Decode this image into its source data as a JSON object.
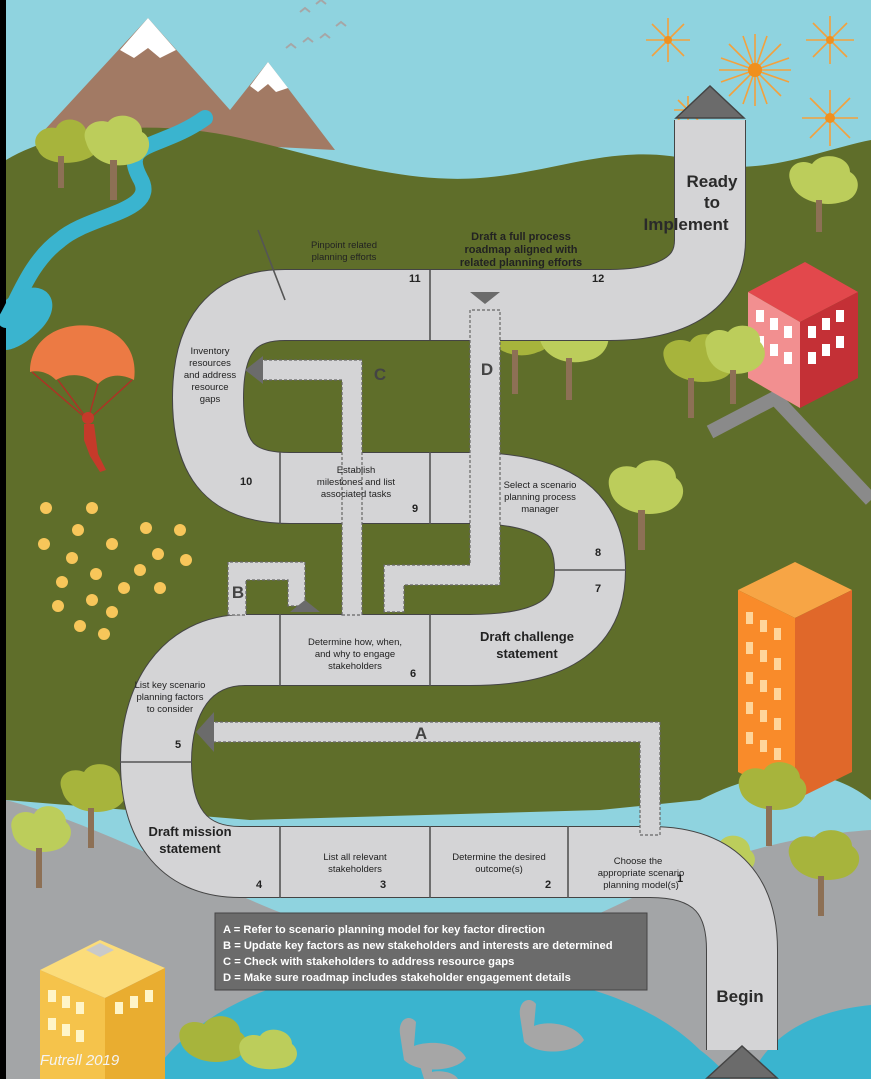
{
  "steps": [
    {
      "num": "1",
      "label": "Choose the appropriate scenario planning model(s)"
    },
    {
      "num": "2",
      "label": "Determine the desired outcome(s)"
    },
    {
      "num": "3",
      "label": "List all relevant stakeholders"
    },
    {
      "num": "4",
      "label": "Draft mission statement"
    },
    {
      "num": "5",
      "label": "List key scenario planning factors to consider"
    },
    {
      "num": "6",
      "label": "Determine how, when, and why to engage stakeholders"
    },
    {
      "num": "7",
      "label": "Draft challenge statement"
    },
    {
      "num": "8",
      "label": "Select a scenario planning process manager"
    },
    {
      "num": "9",
      "label": "Establish milestones and list associated tasks"
    },
    {
      "num": "10",
      "label": "Inventory resources and address resource gaps"
    },
    {
      "num": "11",
      "label": "Pinpoint related planning efforts"
    },
    {
      "num": "12",
      "label": "Draft a full process roadmap aligned with related planning efforts"
    }
  ],
  "start_label": "Begin",
  "end_label": {
    "line1": "Ready",
    "line2": "to",
    "line3": "Implement"
  },
  "feedback_letters": [
    "A",
    "B",
    "C",
    "D"
  ],
  "legend": [
    "A = Refer to scenario planning model for key factor direction",
    "B = Update key factors as new stakeholders and interests are determined",
    "C = Check with stakeholders to address resource gaps",
    "D = Make sure roadmap includes stakeholder engagement details"
  ],
  "credit": "Futrell 2019",
  "colors": {
    "sky": "#8fd3df",
    "grass": "#5f6e2a",
    "road": "#d4d4d6",
    "water": "#3ab4cf",
    "legend_bg": "#6b6b6b"
  }
}
